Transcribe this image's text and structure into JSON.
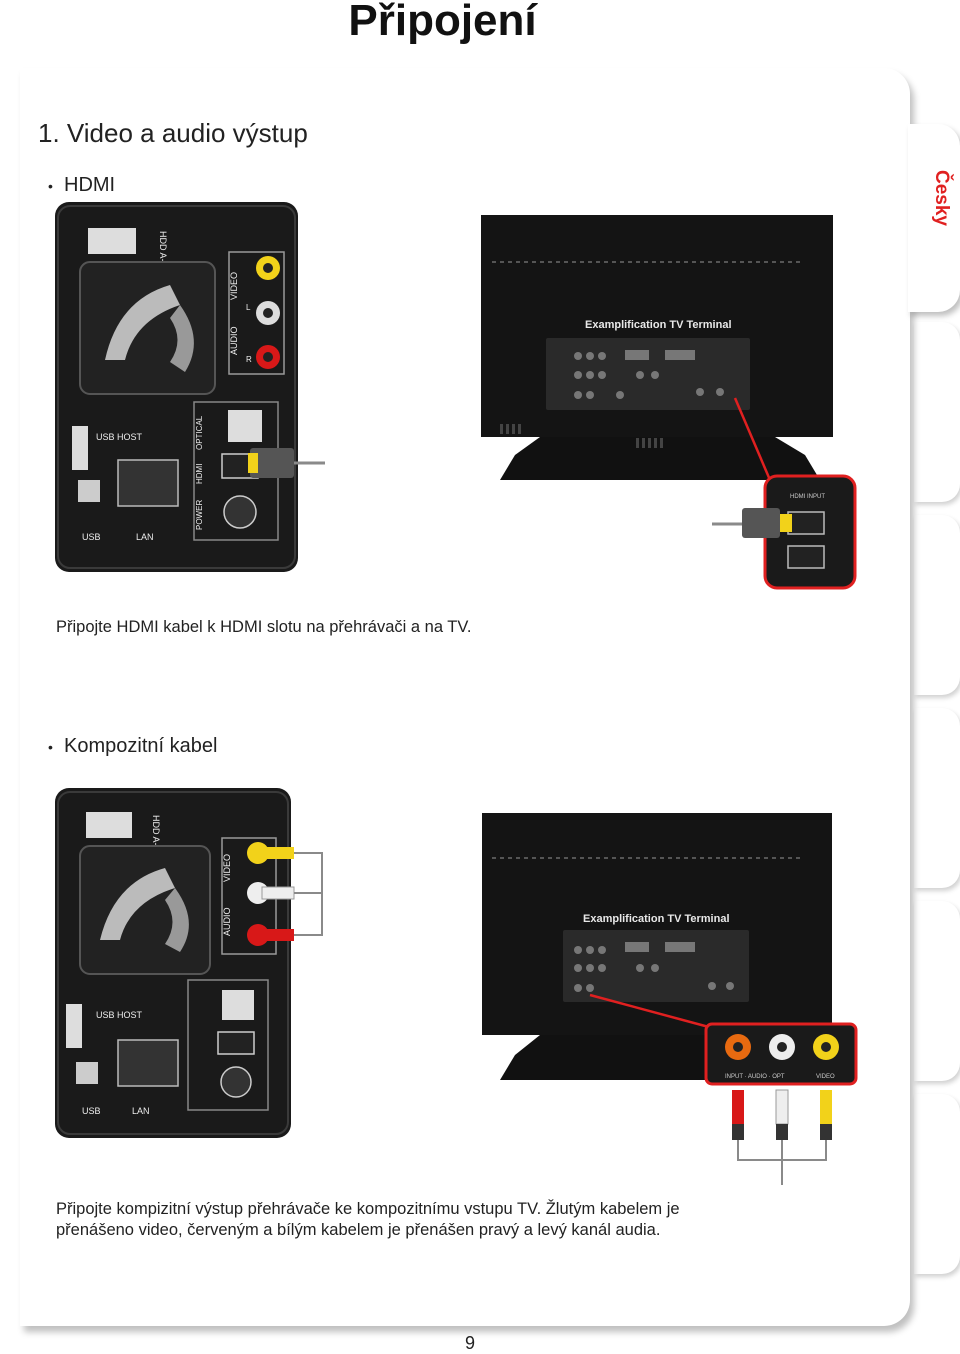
{
  "page": {
    "title": "Připojení",
    "language_tab": "Česky",
    "page_number": "9"
  },
  "section": {
    "heading": "1. Video a audio výstup"
  },
  "hdmi": {
    "label": "HDMI",
    "caption": "Připojte HDMI kabel k HDMI slotu na přehrávači a na TV.",
    "panel_inset_label": "HDMI INPUT"
  },
  "composite": {
    "label": "Kompozitní kabel",
    "caption_line1": "Připojte kompizitní výstup přehrávače ke kompozitnímu vstupu TV. Žlutým kabelem je",
    "caption_line2": "přenášeno video, červeným a bílým kabelem je přenášen pravý a levý kanál audia.",
    "inset_label_left": "INPUT · AUDIO · OPT",
    "inset_label_right": "VIDEO"
  },
  "player_panel": {
    "hdd_label": "HDD A-B",
    "video_label": "VIDEO",
    "audio_label": "AUDIO",
    "l_label": "L",
    "r_label": "R",
    "usb_host_label": "USB HOST",
    "optical_label": "OPTICAL",
    "hdmi_label": "HDMI",
    "power_label": "POWER",
    "usb_label": "USB",
    "lan_label": "LAN"
  },
  "tv": {
    "brand": "Examplification TV Terminal"
  },
  "colors": {
    "accent_red": "#e02020",
    "panel_black": "#1a1a1a",
    "cable_gray": "#8a8a8a",
    "rca_yellow": "#f2d21a",
    "rca_red": "#d81818"
  }
}
